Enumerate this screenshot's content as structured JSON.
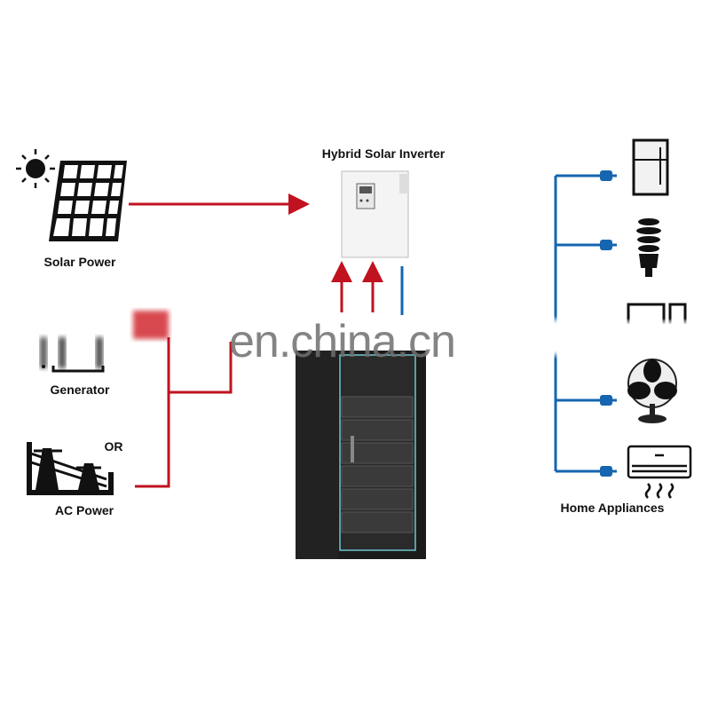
{
  "title": "Hybrid Solar Inverter",
  "sources": {
    "solar": "Solar Power",
    "generator": "Generator",
    "or": "OR",
    "ac": "AC Power"
  },
  "loads": {
    "label": "Home Appliances",
    "items": [
      "refrigerator",
      "light-bulb",
      "computer",
      "fan",
      "air-conditioner"
    ]
  },
  "watermark": "en.china.cn",
  "colors": {
    "ac_line": "#c0121f",
    "dc_line": "#1565b0"
  }
}
